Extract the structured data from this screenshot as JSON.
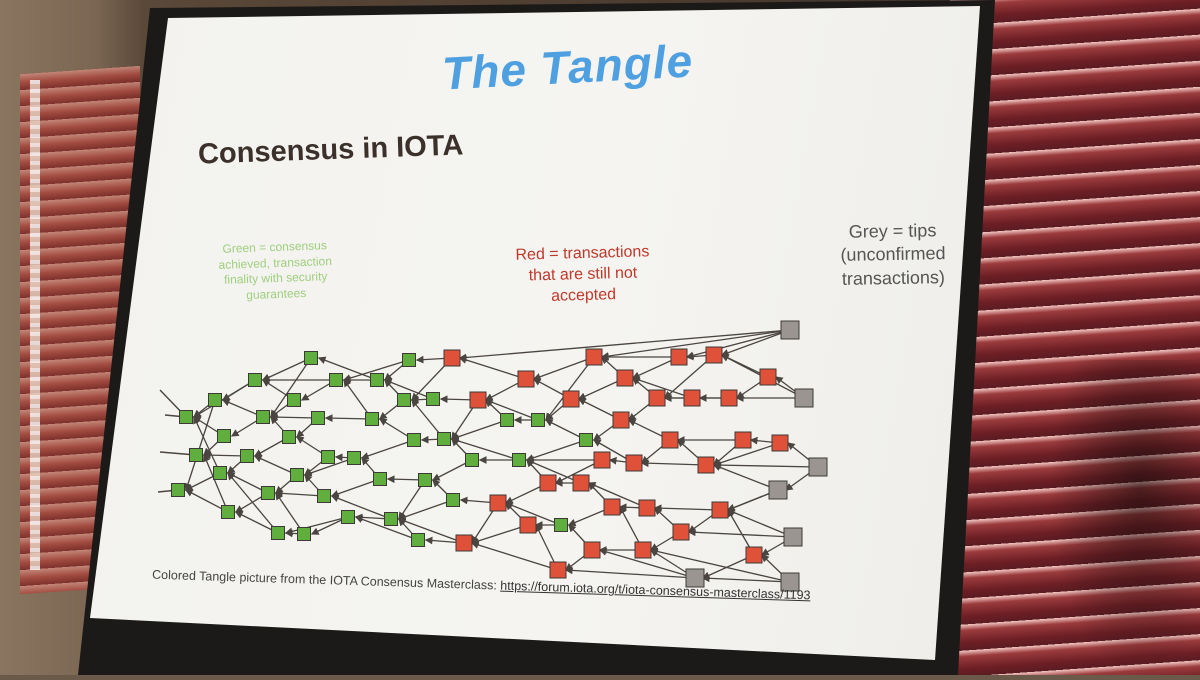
{
  "slide": {
    "title": "The Tangle",
    "subtitle": "Consensus in IOTA",
    "legend_green": "Green = consensus achieved, transaction finality with security guarantees",
    "legend_red": "Red = transactions that are still not accepted",
    "legend_grey": "Grey = tips (unconfirmed transactions)",
    "caption_text": "Colored Tangle picture from the IOTA Consensus Masterclass: ",
    "caption_link": "https://forum.iota.org/t/iota-consensus-masterclass/1193",
    "colors": {
      "confirmed": "#5fae3e",
      "pending": "#e0513a",
      "tip": "#9a9590",
      "title": "#4fa0e0"
    }
  }
}
